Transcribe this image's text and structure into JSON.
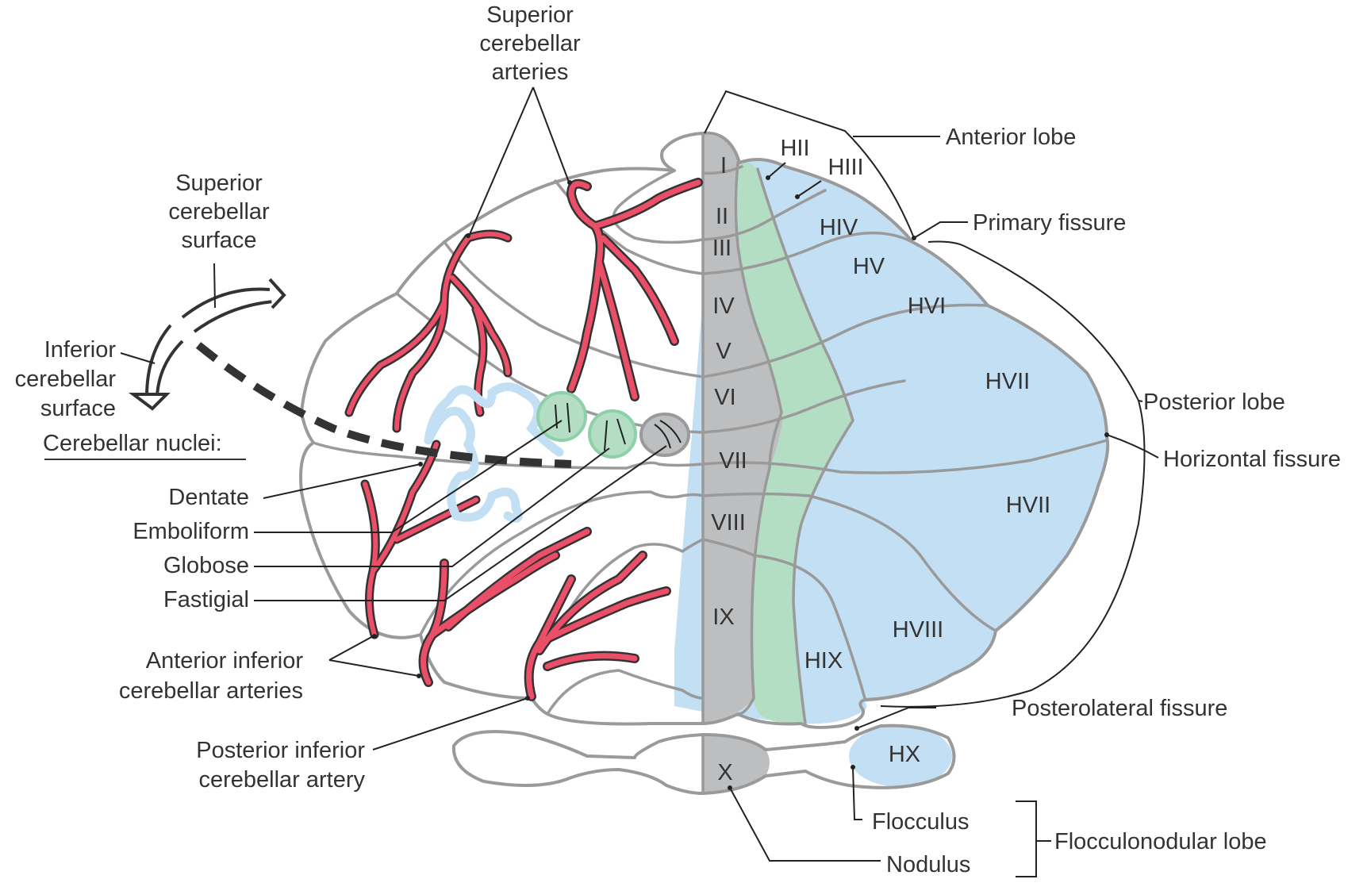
{
  "colors": {
    "vermis": "#bdbec0",
    "paravermis": "#b3dec4",
    "hemisphere": "#c3dff4",
    "outline": "#9a9a9a",
    "artery": "#ea4f67",
    "artery_edge": "#333333",
    "dentate": "#c3dff4",
    "nucleus_green": "#b3dec4",
    "nucleus_gray": "#bdbec0",
    "text": "#333333"
  },
  "vermis_lobules": [
    "I",
    "II",
    "III",
    "IV",
    "V",
    "VI",
    "VII",
    "VIII",
    "IX",
    "X"
  ],
  "hemisphere_lobules": [
    "HII",
    "HIII",
    "HIV",
    "HV",
    "HVI",
    "HVII",
    "HVII",
    "HVIII",
    "HIX",
    "HX"
  ],
  "labels": {
    "superior_arteries": [
      "Superior",
      "cerebellar",
      "arteries"
    ],
    "superior_surface": [
      "Superior",
      "cerebellar",
      "surface"
    ],
    "inferior_surface": [
      "Inferior",
      "cerebellar",
      "surface"
    ],
    "nuclei_heading": "Cerebellar nuclei:",
    "dentate": "Dentate",
    "emboliform": "Emboliform",
    "globose": "Globose",
    "fastigial": "Fastigial",
    "anterior_inferior_arteries": [
      "Anterior inferior",
      "cerebellar arteries"
    ],
    "posterior_inferior_artery": [
      "Posterior inferior",
      "cerebellar artery"
    ],
    "anterior_lobe": "Anterior lobe",
    "primary_fissure": "Primary fissure",
    "posterior_lobe": "Posterior lobe",
    "horizontal_fissure": "Horizontal fissure",
    "posterolateral_fissure": "Posterolateral fissure",
    "flocculus": "Flocculus",
    "nodulus": "Nodulus",
    "flocculonodular_lobe": "Flocculonodular lobe"
  },
  "icons": {
    "surface_arrow": "curved-double-arrow",
    "dashed_line": "dashed-boundary"
  }
}
